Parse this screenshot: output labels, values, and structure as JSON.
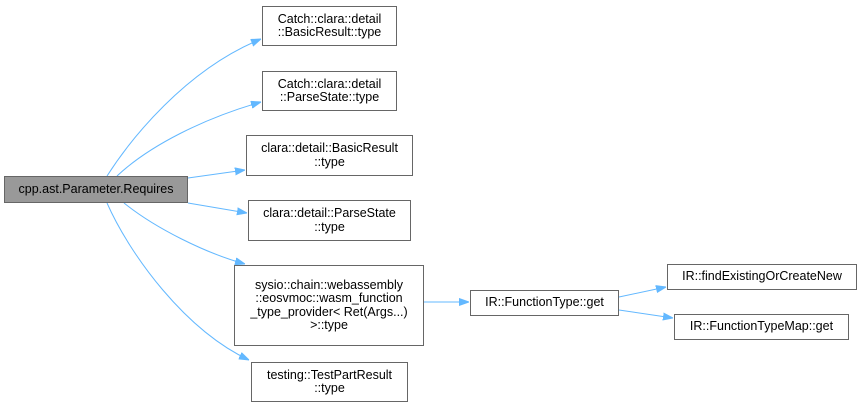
{
  "colors": {
    "edge": "#63b8ff",
    "node_border": "#666666",
    "root_fill": "#999999",
    "node_fill": "#ffffff"
  },
  "nodes": {
    "root": {
      "lines": [
        "cpp.ast.Parameter.Requires"
      ]
    },
    "catch_basic_result_type": {
      "lines": [
        "Catch::clara::detail",
        "::BasicResult::type"
      ]
    },
    "catch_parse_state_type": {
      "lines": [
        "Catch::clara::detail",
        "::ParseState::type"
      ]
    },
    "clara_basic_result_type": {
      "lines": [
        "clara::detail::BasicResult",
        "::type"
      ]
    },
    "clara_parse_state_type": {
      "lines": [
        "clara::detail::ParseState",
        "::type"
      ]
    },
    "wasm_function_type_provider_type": {
      "lines": [
        "sysio::chain::webassembly",
        "::eosvmoc::wasm_function",
        "_type_provider< Ret(Args...)",
        ">::type"
      ]
    },
    "test_part_result_type": {
      "lines": [
        "testing::TestPartResult",
        "::type"
      ]
    },
    "function_type_get": {
      "lines": [
        "IR::FunctionType::get"
      ]
    },
    "find_existing_or_create_new": {
      "lines": [
        "IR::findExistingOrCreateNew"
      ]
    },
    "function_type_map_get": {
      "lines": [
        "IR::FunctionTypeMap::get"
      ]
    }
  }
}
